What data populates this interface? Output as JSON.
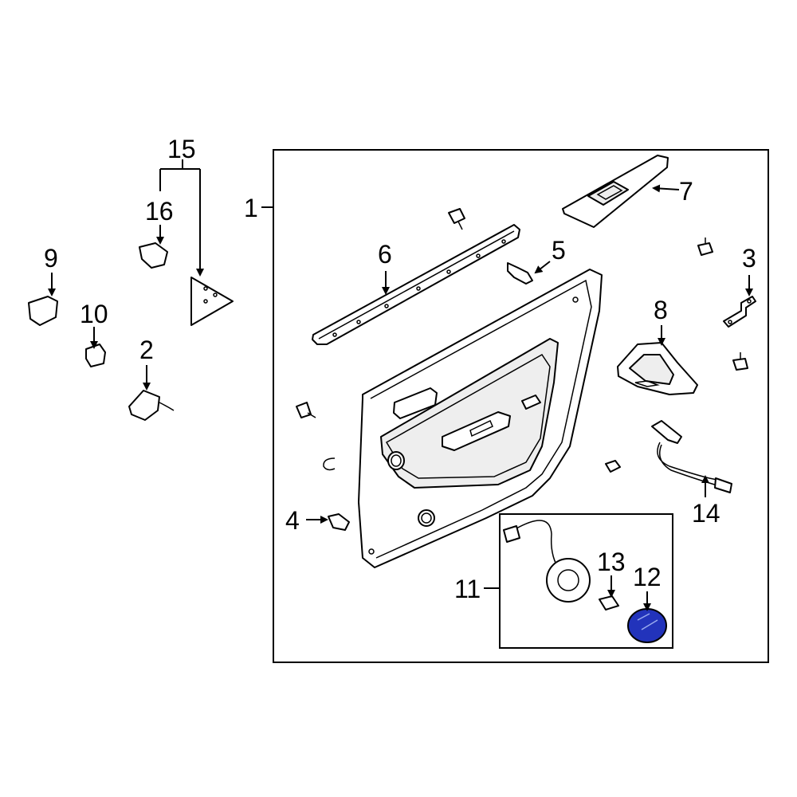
{
  "callouts": {
    "c1": "1",
    "c2": "2",
    "c3": "3",
    "c4": "4",
    "c5": "5",
    "c6": "6",
    "c7": "7",
    "c8": "8",
    "c9": "9",
    "c10": "10",
    "c11": "11",
    "c12": "12",
    "c13": "13",
    "c14": "14",
    "c15": "15",
    "c16": "16"
  },
  "colors": {
    "highlight": "#2233bb",
    "line": "#000000",
    "background": "#ffffff"
  },
  "highlighted_part": "12"
}
